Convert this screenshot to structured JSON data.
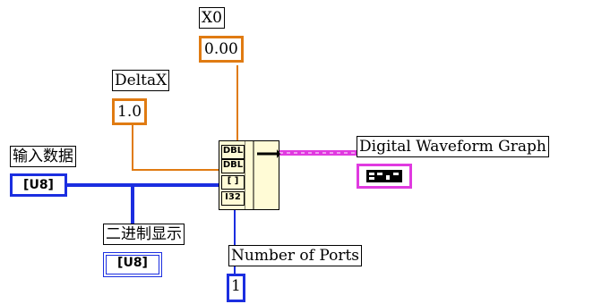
{
  "labels": {
    "x0": "X0",
    "deltax": "DeltaX",
    "input_data": "输入数据",
    "binary_display": "二进制显示",
    "num_ports": "Number of Ports",
    "graph": "Digital Waveform Graph"
  },
  "constants": {
    "x0_value": "0.00",
    "deltax_value": "1.0",
    "num_ports_value": "1"
  },
  "terminals": {
    "input_type": "[U8]",
    "indicator_type": "[U8]"
  },
  "node": {
    "icon_name": "build-digital-waveform-icon",
    "input_tags": [
      "DBL",
      "DBL",
      "[ ]",
      "I32"
    ]
  },
  "colors": {
    "orange_wire": "#e07b12",
    "blue_wire": "#1b2ee0",
    "pink_wire": "#e03ae0"
  }
}
